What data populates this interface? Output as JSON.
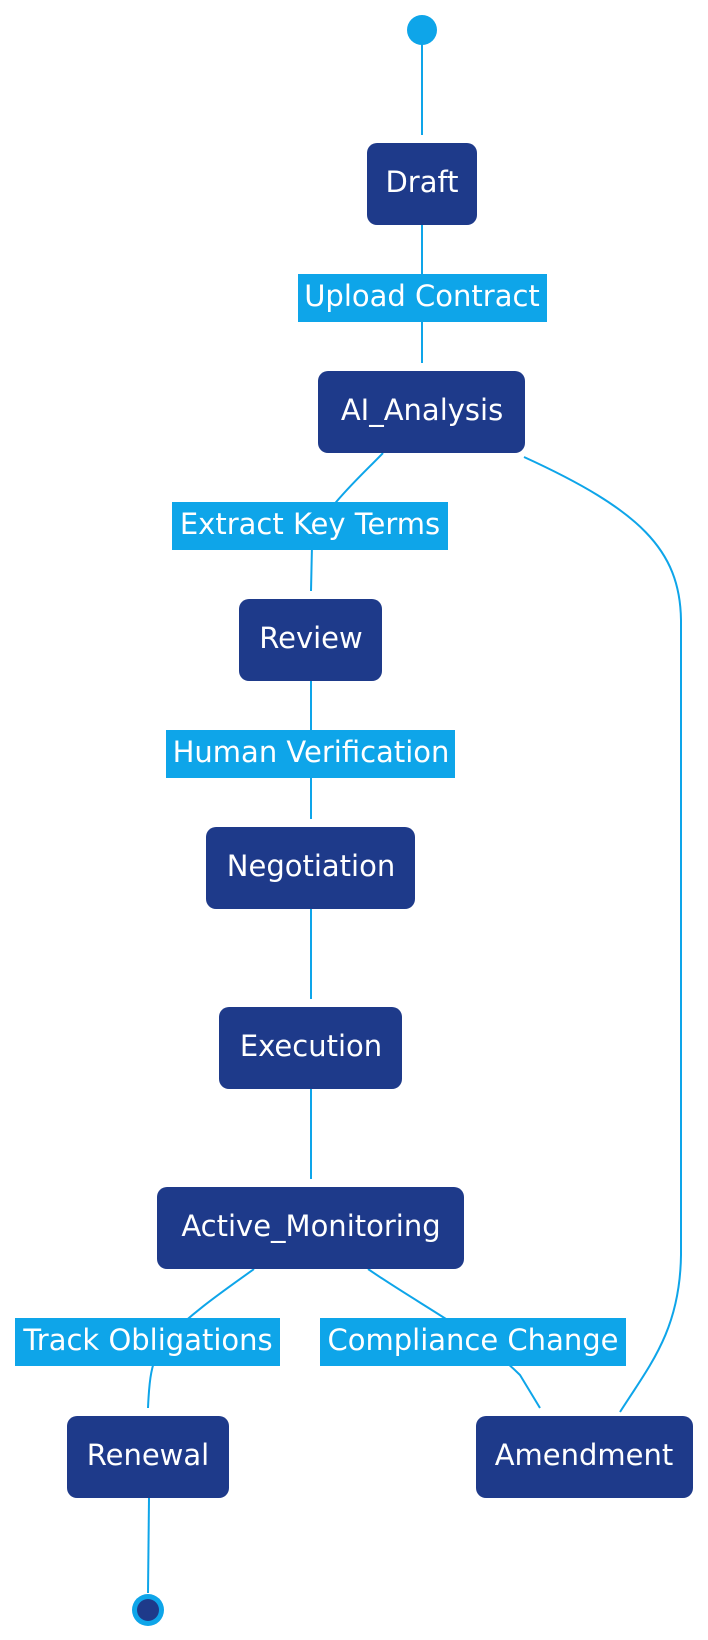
{
  "colors": {
    "node_fill": "#1e3a8a",
    "node_text": "#ffffff",
    "edge_stroke": "#0ea5e9",
    "label_fill": "#0ea5e9",
    "label_text": "#ffffff",
    "start_fill": "#0ea5e9",
    "end_inner": "#1e3a8a",
    "end_ring": "#0ea5e9"
  },
  "states": {
    "draft": "Draft",
    "ai_analysis": "AI_Analysis",
    "review": "Review",
    "negotiation": "Negotiation",
    "execution": "Execution",
    "active_monitoring": "Active_Monitoring",
    "renewal": "Renewal",
    "amendment": "Amendment"
  },
  "transitions": {
    "upload_contract": "Upload Contract",
    "extract_key_terms": "Extract Key Terms",
    "human_verification": "Human Verification",
    "track_obligations": "Track Obligations",
    "compliance_change": "Compliance Change"
  }
}
